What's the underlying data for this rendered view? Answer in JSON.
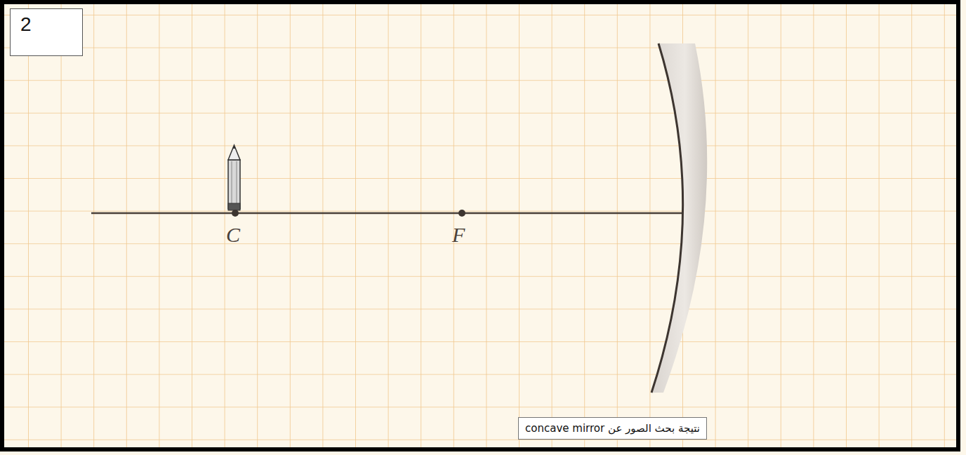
{
  "diagram": {
    "nodes": [
      {
        "text": [
          "2"
        ]
      },
      {
        "text": [
          "نتيجة بحث الصور عن concave mirror"
        ]
      }
    ],
    "labels": [
      "C",
      "F"
    ]
  }
}
